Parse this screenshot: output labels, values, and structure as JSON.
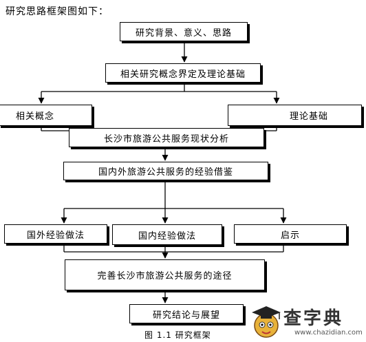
{
  "intro_text": "研究思路框架图如下：",
  "boxes": {
    "background": "研究背景、意义、思路",
    "concepts_theory": "相关研究概念界定及理论基础",
    "related_concepts": "相关概念",
    "theory_basis": "理论基础",
    "status_analysis": "长沙市旅游公共服务现状分析",
    "experience": "国内外旅游公共服务的经验借鉴",
    "foreign": "国外经验做法",
    "domestic": "国内经验做法",
    "inspiration": "启示",
    "approach": "完善长沙市旅游公共服务的途径",
    "conclusion": "研究结论与展望"
  },
  "caption": "图 1.1  研究框架",
  "watermark": {
    "title": "查字典",
    "url": "www.chazidian.com",
    "icon": "graduate-cap-mascot-icon"
  }
}
